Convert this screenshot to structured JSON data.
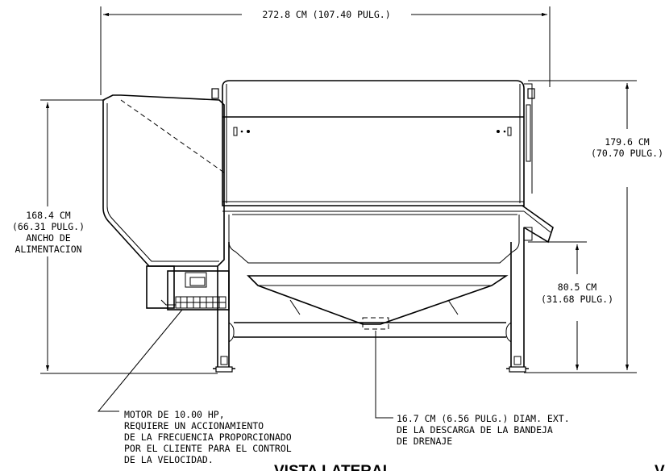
{
  "dimensions": {
    "overall_width": "272.8 CM (107.40 PULG.)",
    "overall_height": [
      "179.6 CM",
      "(70.70 PULG.)"
    ],
    "feed_width": [
      "168.4 CM",
      "(66.31 PULG.)",
      "ANCHO DE",
      "ALIMENTACION"
    ],
    "discharge_height": [
      "80.5 CM",
      "(31.68 PULG.)"
    ]
  },
  "callouts": {
    "motor": [
      "MOTOR DE 10.00 HP,",
      "REQUIERE UN ACCIONAMIENTO",
      "DE LA FRECUENCIA PROPORCIONADO",
      "POR EL CLIENTE PARA EL CONTROL",
      "DE LA VELOCIDAD."
    ],
    "drain": [
      "16.7 CM (6.56 PULG.) DIAM. EXT.",
      "DE LA DESCARGA DE LA BANDEJA",
      "DE DRENAJE"
    ]
  },
  "view_labels": {
    "side": "VISTA LATERAL",
    "right_partial": "V"
  }
}
